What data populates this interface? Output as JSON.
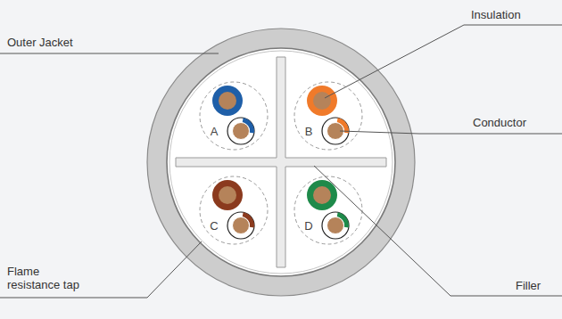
{
  "diagram": {
    "labels": [
      "Outer Jacket",
      "Insulation",
      "A",
      "B",
      "Conductor",
      "C",
      "D",
      "Flame resistance tap",
      "Filler"
    ]
  }
}
